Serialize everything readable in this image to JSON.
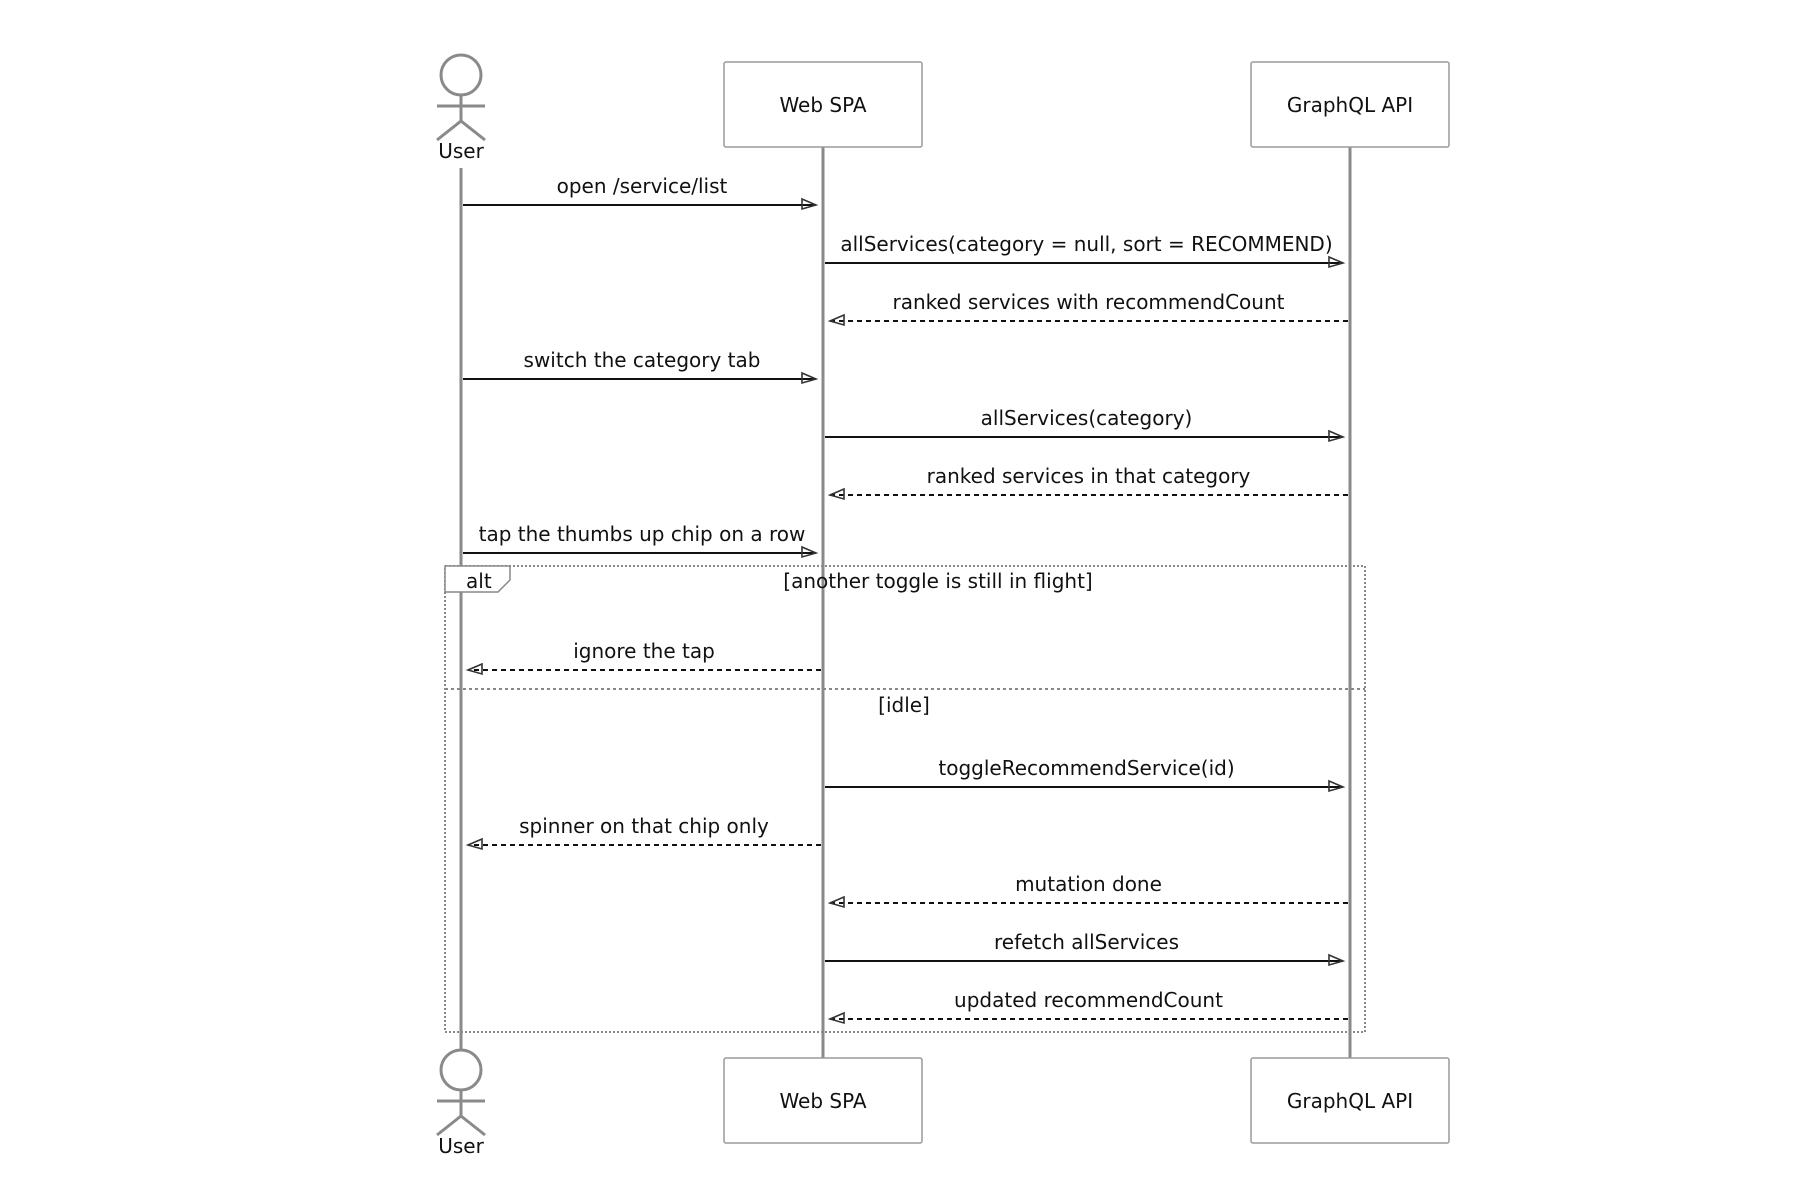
{
  "participants": [
    {
      "id": "user",
      "label": "User",
      "type": "actor"
    },
    {
      "id": "spa",
      "label": "Web SPA",
      "type": "box"
    },
    {
      "id": "api",
      "label": "GraphQL API",
      "type": "box"
    }
  ],
  "messages": [
    {
      "from": "user",
      "to": "spa",
      "text": "open /service/list",
      "style": "solid"
    },
    {
      "from": "spa",
      "to": "api",
      "text": "allServices(category = null, sort = RECOMMEND)",
      "style": "solid"
    },
    {
      "from": "api",
      "to": "spa",
      "text": "ranked services with recommendCount",
      "style": "dashed"
    },
    {
      "from": "user",
      "to": "spa",
      "text": "switch the category tab",
      "style": "solid"
    },
    {
      "from": "spa",
      "to": "api",
      "text": "allServices(category)",
      "style": "solid"
    },
    {
      "from": "api",
      "to": "spa",
      "text": "ranked services in that category",
      "style": "dashed"
    },
    {
      "from": "user",
      "to": "spa",
      "text": "tap the thumbs up chip on a row",
      "style": "solid"
    },
    {
      "from": "spa",
      "to": "user",
      "text": "ignore the tap",
      "style": "dashed"
    },
    {
      "from": "spa",
      "to": "api",
      "text": "toggleRecommendService(id)",
      "style": "solid"
    },
    {
      "from": "spa",
      "to": "user",
      "text": "spinner on that chip only",
      "style": "dashed"
    },
    {
      "from": "api",
      "to": "spa",
      "text": "mutation done",
      "style": "dashed"
    },
    {
      "from": "spa",
      "to": "api",
      "text": "refetch allServices",
      "style": "solid"
    },
    {
      "from": "api",
      "to": "spa",
      "text": "updated recommendCount",
      "style": "dashed"
    }
  ],
  "alt_frame": {
    "label": "alt",
    "condition_1": "[another toggle is still in flight]",
    "condition_2": "[idle]"
  }
}
